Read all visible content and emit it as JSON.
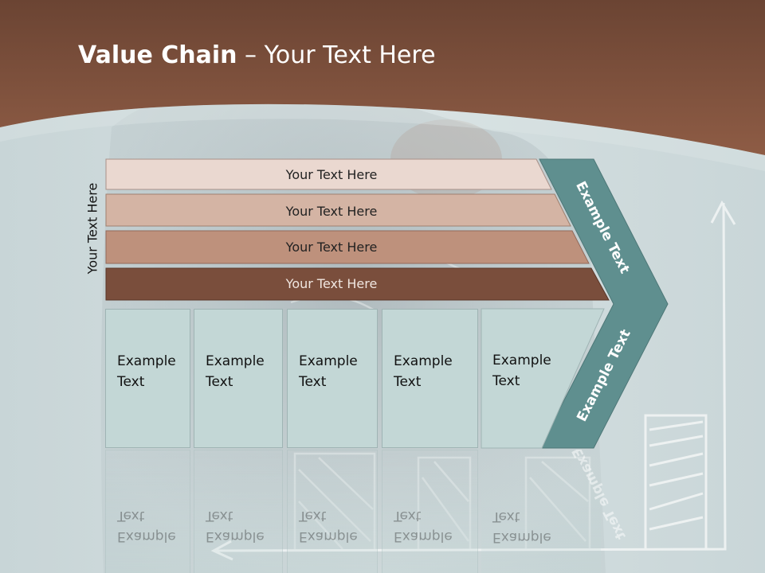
{
  "title": {
    "bold": "Value Chain",
    "rest": " – Your Text Here"
  },
  "side_label": "Your Text Here",
  "bars": [
    {
      "label": "Your Text Here"
    },
    {
      "label": "Your Text Here"
    },
    {
      "label": "Your Text Here"
    },
    {
      "label": "Your Text Here"
    }
  ],
  "chevron": {
    "top_text": "Example Text",
    "bottom_text": "Example Text"
  },
  "cells": [
    {
      "text": "Example\nText"
    },
    {
      "text": "Example\nText"
    },
    {
      "text": "Example\nText"
    },
    {
      "text": "Example\nText"
    },
    {
      "text": "Example\nText"
    }
  ],
  "colors": {
    "header_brown": "#7a4a34",
    "bar1": "#ead8d0",
    "bar2": "#d4b4a4",
    "bar3": "#be917c",
    "bar4": "#7a4e3c",
    "chevron": "#5f8f8f",
    "cell": "#c3d7d6"
  }
}
